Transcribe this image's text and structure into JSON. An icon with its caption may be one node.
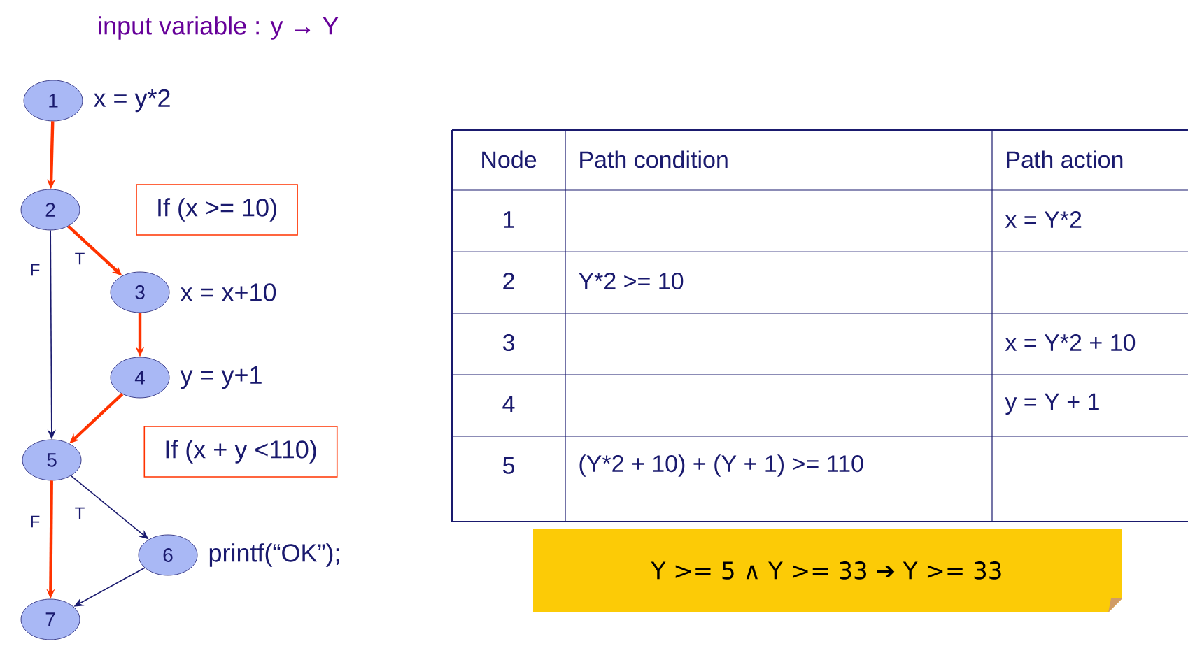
{
  "diagram": {
    "title": "input variable : y → Y",
    "nodes": [
      {
        "text": [
          "1"
        ],
        "beside": [
          "x = y*2"
        ]
      },
      {
        "text": [
          "2"
        ]
      },
      {
        "text": [
          "If (x >= 10)"
        ]
      },
      {
        "text": [
          "3"
        ],
        "beside": [
          "x = x+10"
        ]
      },
      {
        "text": [
          "4"
        ],
        "beside": [
          "y = y+1"
        ]
      },
      {
        "text": [
          "5"
        ]
      },
      {
        "text": [
          "If (x + y <110)"
        ]
      },
      {
        "text": [
          "6"
        ],
        "beside": [
          "printf(“OK”);"
        ]
      },
      {
        "text": [
          "7"
        ]
      },
      {
        "text": [
          "Y >= 5 ∧ Y >= 33 ➔ Y >= 33"
        ]
      }
    ],
    "edges": [
      {
        "from": 0,
        "to": 1,
        "arrow": "to"
      },
      {
        "from": 1,
        "to": 3,
        "arrow": "to",
        "label": "T"
      },
      {
        "from": 1,
        "to": 5,
        "arrow": "to",
        "label": "F",
        "color": "#1a1a6e"
      },
      {
        "from": 3,
        "to": 4,
        "arrow": "to"
      },
      {
        "from": 4,
        "to": 5,
        "arrow": "to"
      },
      {
        "from": 5,
        "to": 7,
        "arrow": "to",
        "label": "T",
        "color": "#1a1a6e"
      },
      {
        "from": 5,
        "to": 8,
        "arrow": "to",
        "label": "F"
      },
      {
        "from": 7,
        "to": 8,
        "arrow": "to",
        "color": "#1a1a6e"
      }
    ],
    "labels": [
      "Node",
      "Path condition",
      "Path action",
      "1",
      "x = Y*2",
      "2",
      "Y*2 >= 10",
      "3",
      "x = Y*2 + 10",
      "4",
      "y = Y + 1",
      "5",
      "(Y*2 + 10) + (Y + 1) >= 110"
    ]
  }
}
